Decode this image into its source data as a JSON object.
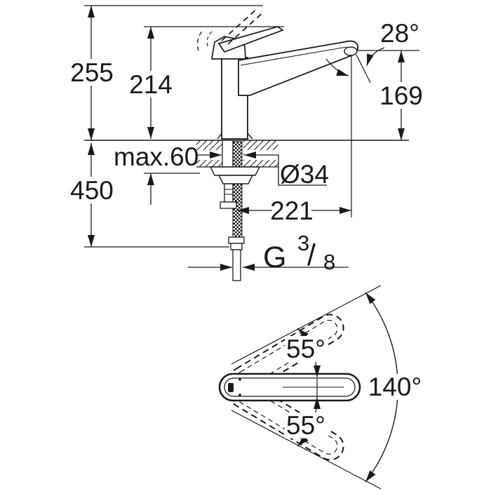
{
  "diagram": {
    "kind": "faucet-installation-technical-drawing",
    "colors": {
      "line": "#1a1a1a",
      "background": "#ffffff"
    },
    "dims": {
      "overall_height": "255",
      "spout_pivot_height": "214",
      "spout_angle": "28°",
      "outlet_height": "169",
      "max_counter_thickness": "max.60",
      "below_counter_height": "450",
      "hole_diameter": "Ø34",
      "spout_reach": "221",
      "thread_g": "G",
      "thread_num": "3",
      "thread_slash": "/",
      "thread_den": "8"
    },
    "top_view": {
      "swivel_upper": "55°",
      "swivel_lower": "55°",
      "swivel_total": "140°"
    }
  }
}
